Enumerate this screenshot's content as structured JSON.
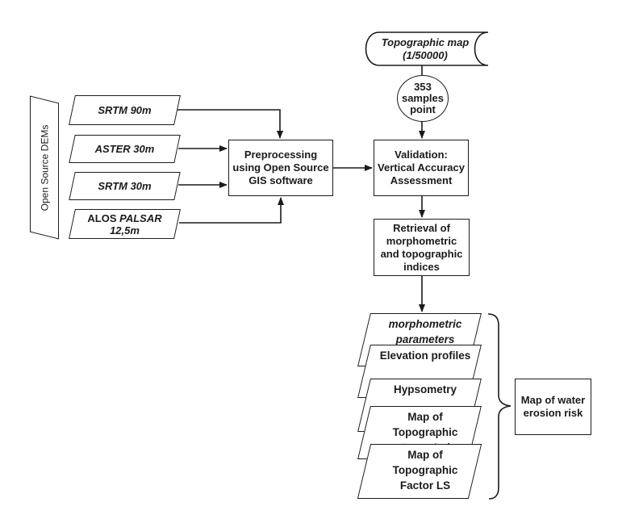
{
  "colors": {
    "ink": "#1b1b1b",
    "paper": "#ffffff"
  },
  "dem_group": {
    "label": "Open Source DEMs"
  },
  "dem_inputs": [
    {
      "label": "SRTM 90m"
    },
    {
      "label": "ASTER 30m"
    },
    {
      "label": "SRTM 30m"
    },
    {
      "label_regular": "ALOS ",
      "label_italic": "PALSAR",
      "label_line2": "12,5m"
    }
  ],
  "reference": {
    "topographic_map": "Topographic map\n(1/50000)",
    "samples_point": "353\nsamples\npoint"
  },
  "process": {
    "preprocessing": "Preprocessing\nusing Open Source\nGIS software",
    "validation": "Validation:\nVertical Accuracy\nAssessment",
    "retrieval": "Retrieval of\nmorphometric\nand topographic\nindices"
  },
  "outputs": [
    {
      "label": "morphometric\nparameters"
    },
    {
      "label": "Elevation profiles"
    },
    {
      "label": "Hypsometry"
    },
    {
      "label": "Map of Topographic\nwetness Index (TWI)"
    },
    {
      "label": "Map of Topographic\nFactor LS"
    }
  ],
  "result": {
    "label": "Map of water\nerosion risk"
  }
}
